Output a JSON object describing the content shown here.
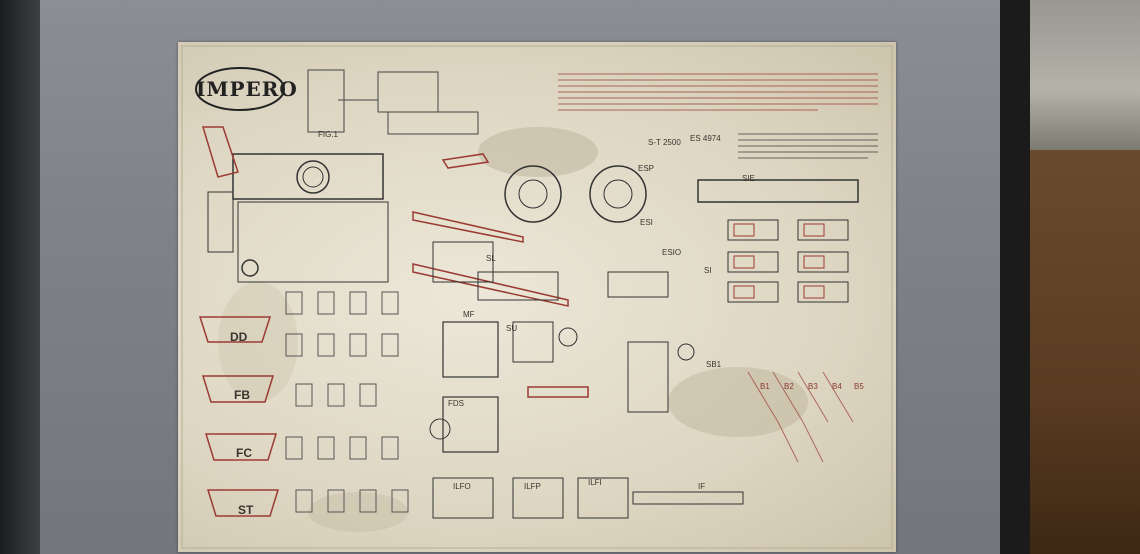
{
  "scene": {
    "description_free": true,
    "colors": {
      "paper": "#e6e0ce",
      "ink": "#2e2a26",
      "red_ink": "#9b3b32",
      "metal": "#84878c"
    }
  },
  "poster": {
    "brand": "IMPERO",
    "figure_label": "FIG.1",
    "standard_codes": [
      "S-T 2500",
      "ES 4974"
    ],
    "part_labels": [
      "ESP",
      "ESI",
      "ESIO",
      "SIE",
      "SL",
      "SI",
      "SU",
      "MF",
      "FDS",
      "SB1",
      "ILFO",
      "ILFP",
      "ILFI",
      "IF"
    ],
    "holder_codes": [
      "DD",
      "FB",
      "FC",
      "ST"
    ],
    "tool_codes": [
      "B1",
      "B2",
      "B3",
      "B4",
      "B5"
    ]
  }
}
